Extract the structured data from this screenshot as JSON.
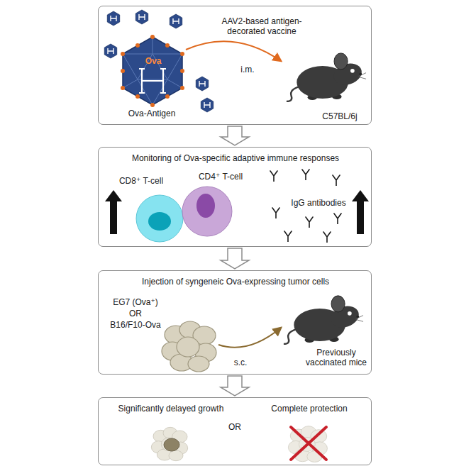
{
  "diagram": {
    "nodes": [
      {
        "text": [
          "AAV2-based antigen-decorated vaccine",
          "Ova",
          "Ova-Antigen",
          "i.m.",
          "C57BL/6j"
        ]
      },
      {
        "text": [
          "Monitoring of Ova-specific adaptive immune responses",
          "CD8⁺ T-cell",
          "CD4⁺ T-cell",
          "IgG antibodies"
        ]
      },
      {
        "text": [
          "Injection of syngeneic Ova-expressing tumor cells",
          "EG7 (Ova⁺)",
          "OR",
          "B16/F10-Ova",
          "s.c.",
          "Previously vaccinated mice"
        ]
      },
      {
        "text": [
          "Significantly delayed growth",
          "OR",
          "Complete protection"
        ]
      }
    ],
    "edges": [
      {
        "from": 0,
        "to": 1,
        "arrow": "to"
      },
      {
        "from": 1,
        "to": 2,
        "arrow": "to"
      },
      {
        "from": 2,
        "to": 3,
        "arrow": "to"
      }
    ]
  }
}
